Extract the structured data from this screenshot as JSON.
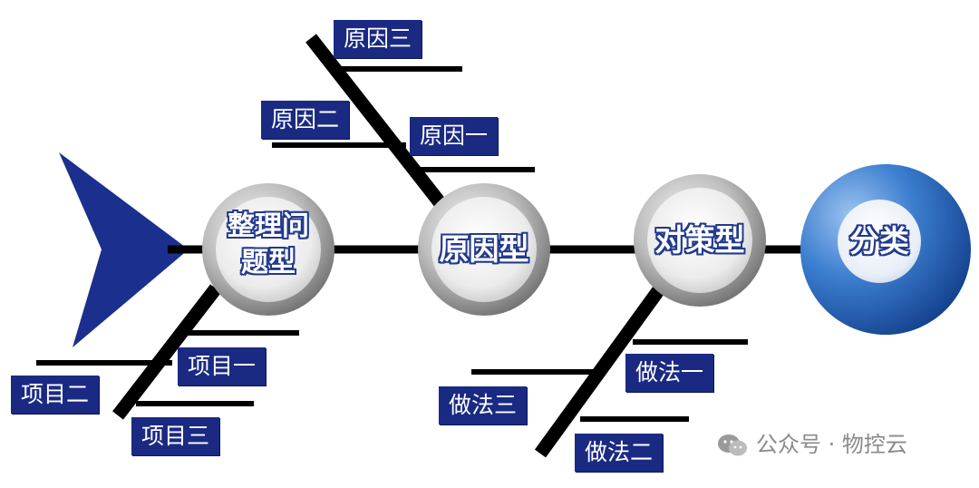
{
  "diagram": {
    "nodes": {
      "sort_problem": "整理问题型",
      "cause": "原因型",
      "countermeasure": "对策型",
      "classify": "分类"
    },
    "causes": {
      "one": "原因一",
      "two": "原因二",
      "three": "原因三"
    },
    "items": {
      "one": "项目一",
      "two": "项目二",
      "three": "项目三"
    },
    "methods": {
      "one": "做法一",
      "two": "做法二",
      "three": "做法三"
    },
    "colors": {
      "label_bg": "#1a2a82",
      "spine": "#000000",
      "tail": "#1b2f8e",
      "head_blue": "#2f6fc7"
    }
  },
  "watermark": {
    "text": "公众号 · 物控云",
    "icon": "wechat-icon"
  }
}
